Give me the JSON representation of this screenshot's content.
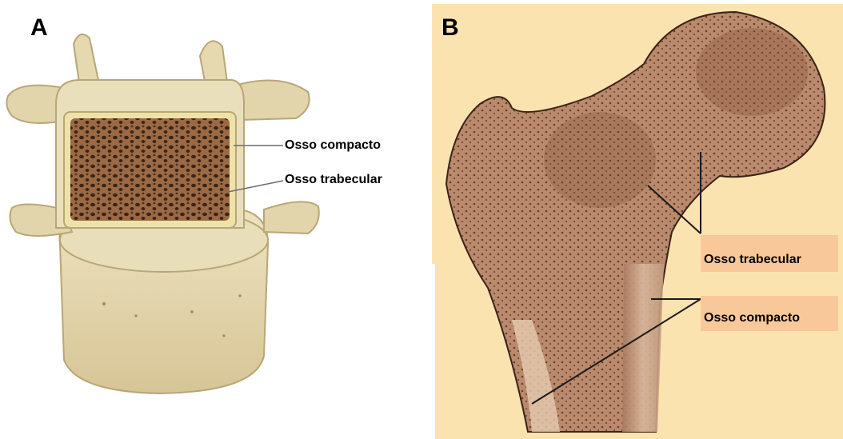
{
  "panel_a": {
    "letter": "A",
    "labels": {
      "compact": "Osso compacto",
      "trabecular": "Osso trabecular"
    }
  },
  "panel_b": {
    "letter": "B",
    "labels": {
      "trabecular": "Osso trabecular",
      "compact": "Osso compacto"
    }
  },
  "colors": {
    "bone_cream": "#e8dbb2",
    "bone_shadow": "#c9b98a",
    "cancellous": "#8a5a3a",
    "background_b": "#fbe3b0",
    "label_highlight": "#f9c89a",
    "femur_tone": "#b98a6d"
  }
}
